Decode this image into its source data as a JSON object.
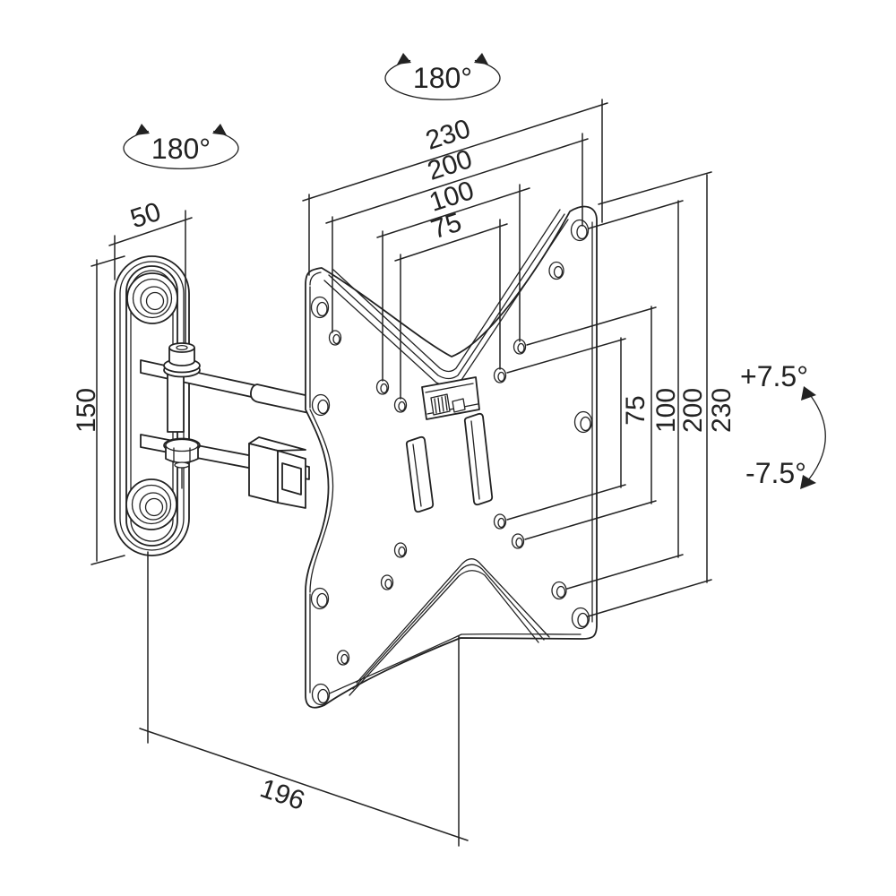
{
  "diagram": {
    "title": "TV wall mount bracket dimension drawing",
    "annotations": {
      "swivel_top": "180°",
      "swivel_left": "180°",
      "tilt_up": "+7.5°",
      "tilt_down": "-7.5°"
    },
    "dimensions": {
      "wall_plate_width": "50",
      "wall_plate_height": "150",
      "arm_reach": "196",
      "vesa_top": [
        "230",
        "200",
        "100",
        "75"
      ],
      "vesa_side": [
        "75",
        "100",
        "200",
        "230"
      ]
    },
    "style": {
      "line_color": "#222222",
      "background": "#ffffff"
    }
  }
}
